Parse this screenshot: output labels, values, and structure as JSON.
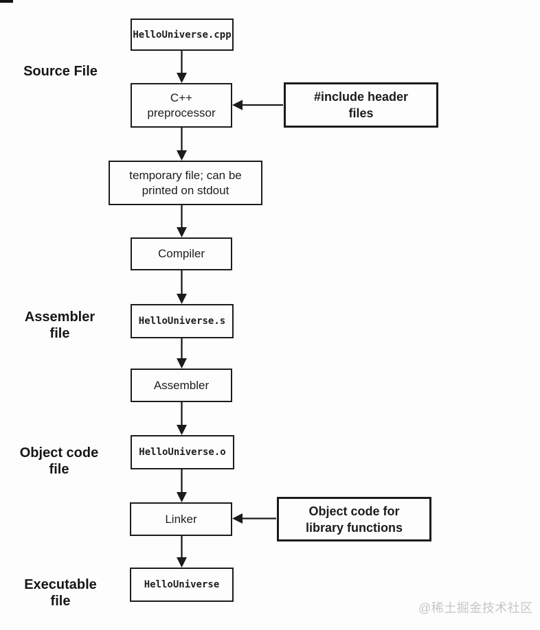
{
  "colors": {
    "ink": "#1b1b1b",
    "bg": "#fdfdfd",
    "watermark": "#c6c6c6"
  },
  "stage_labels": {
    "source": "Source File",
    "assembler": "Assembler\nfile",
    "object_code": "Object code\nfile",
    "executable": "Executable\nfile"
  },
  "flow_nodes": {
    "source_file": "HelloUniverse.cpp",
    "preprocessor": "C++\npreprocessor",
    "temp_file": "temporary file; can be\nprinted on stdout",
    "compiler": "Compiler",
    "assembly_file": "HelloUniverse.s",
    "assembler": "Assembler",
    "object_file": "HelloUniverse.o",
    "linker": "Linker",
    "executable_file": "HelloUniverse"
  },
  "side_inputs": {
    "header_files": "#include header\nfiles",
    "library_objects": "Object code for\nlibrary functions"
  },
  "watermark": "@稀土掘金技术社区"
}
